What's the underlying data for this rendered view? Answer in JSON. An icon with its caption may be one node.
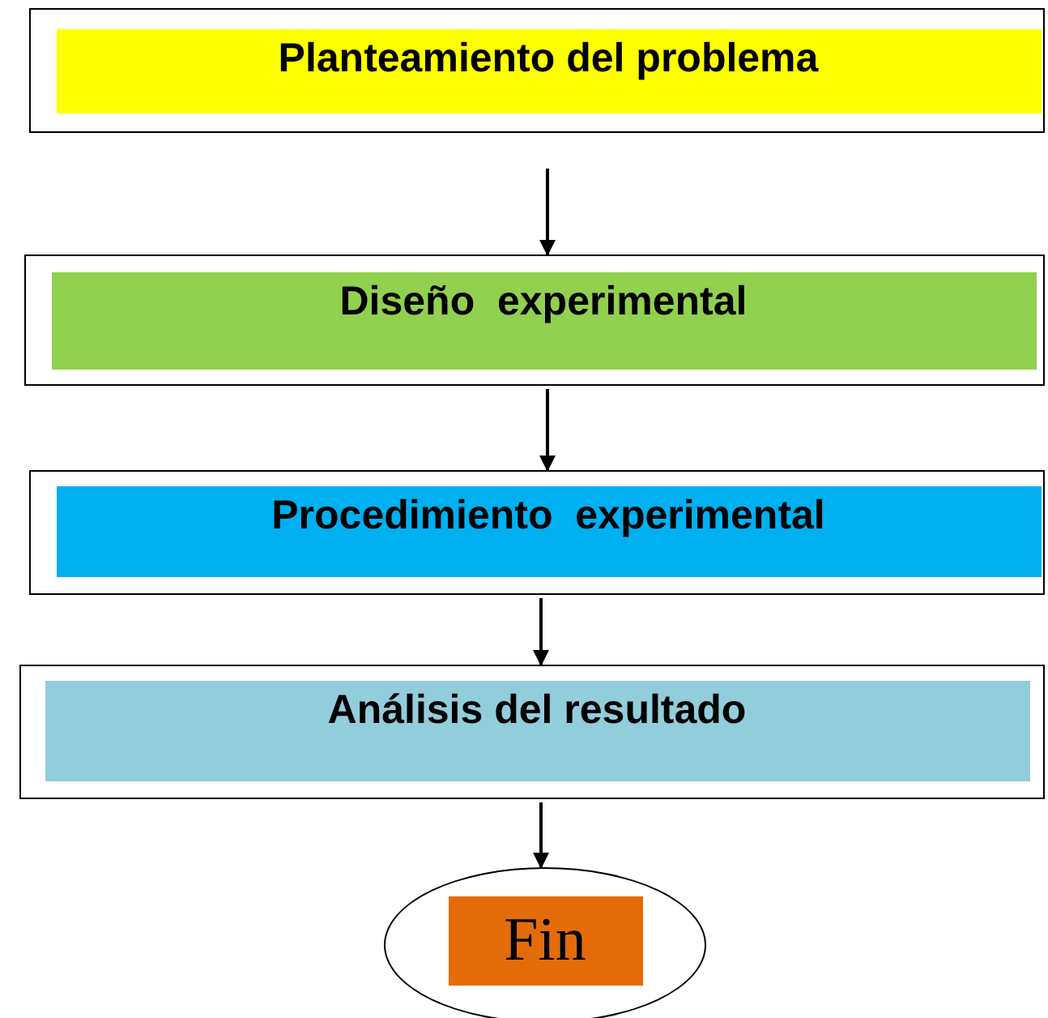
{
  "diagram": {
    "nodes": [
      {
        "text": [
          "Planteamiento del problema"
        ]
      },
      {
        "text": [
          "Diseño  experimental"
        ]
      },
      {
        "text": [
          "Procedimiento  experimental"
        ]
      },
      {
        "text": [
          "Análisis del resultado"
        ]
      },
      {
        "text": [
          "Fin"
        ]
      }
    ],
    "edges": [
      {
        "from": 0,
        "to": 1,
        "arrow": "to"
      },
      {
        "from": 1,
        "to": 2,
        "arrow": "to"
      },
      {
        "from": 2,
        "to": 3,
        "arrow": "to"
      },
      {
        "from": 3,
        "to": 4,
        "arrow": "to"
      }
    ]
  }
}
